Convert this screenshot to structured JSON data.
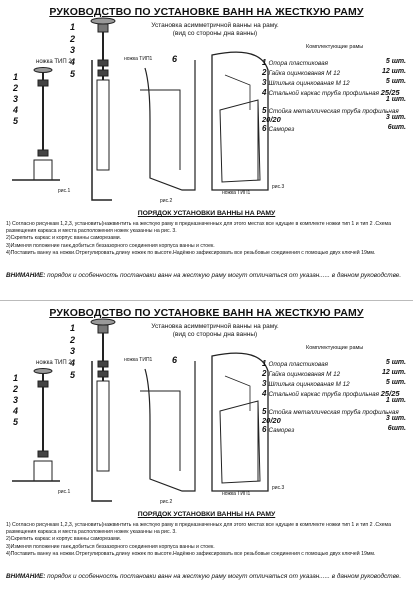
{
  "pages": [
    {
      "title": "РУКОВОДСТВО ПО УСТАНОВКЕ ВАНН НА ЖЕСТКУЮ РАМУ",
      "subtitle": "Установка асимметричной ванны на раму. (вид со стороны дна ванны)",
      "foot_type2": "ножка ТИП 2",
      "foot_type1": "ножка ТИП1",
      "foot_type1_b": "ножка ТИП1",
      "label_6": "6",
      "fig_numbers": [
        "1",
        "2",
        "3",
        "4",
        "5"
      ],
      "fig_numbers_left": [
        "1",
        "2",
        "3",
        "4",
        "5"
      ],
      "fig1": "рис.1",
      "fig2": "рис.2",
      "fig3": "рис.3",
      "components_title": "Комплектующие рамы",
      "components": [
        {
          "n": "1",
          "name": "Опора пластиковая",
          "qty": "5 шт."
        },
        {
          "n": "2",
          "name": "Гайка оцинкованая М 12",
          "qty": "12 шт."
        },
        {
          "n": "3",
          "name": "Шпилька оцинкованая М 12",
          "qty": "5 шт."
        },
        {
          "n": "4",
          "name": "Стальной каркас труба профильная",
          "spec": "25/25",
          "qty": "1 шт."
        },
        {
          "n": "5",
          "name": "Стойка металлическая труба профильная",
          "spec": "20/20",
          "qty": "3 шт."
        },
        {
          "n": "6",
          "name": "Саморез",
          "qty": "6шт."
        }
      ],
      "order_title": "ПОРЯДОК УСТАНОВКИ ВАННЫ НА РАМУ",
      "steps": [
        "1) Согласно рисункам 1,2,3, установить(нажвинтить на жесткую раму в предназначенных для этого местах все ндущие в комплекте ножки тип 1 и тип 2 .Схема размещения каркаса и места расположения ножек указанны на рис. 3.",
        "2)Скрепить каркас и корпус ванны саморезами.",
        "3)Изменяя положение гаек,добиться беззазорного соединения корпуса ванны и стоек.",
        "4)Поставить ванну на ножки.Отрегулировать,длину ножек по высоте.Надёжно зафиксировать все резьбовые соединения с помощью двух ключей 19мм."
      ],
      "warning_bold": "ВНИМАНИЕ:",
      "warning_text": " порядок и особенность постановки ванн на жесткую раму могут отличаться от указан...... в данном руководстве."
    },
    {
      "title": "РУКОВОДСТВО ПО УСТАНОВКЕ ВАНН НА ЖЕСТКУЮ РАМУ",
      "subtitle": "Установка асимметричной ванны на раму. (вид со стороны дна ванны)",
      "foot_type2": "ножка ТИП 2",
      "foot_type1": "ножка ТИП1",
      "foot_type1_b": "ножка ТИП1",
      "label_6": "6",
      "fig_numbers": [
        "1",
        "2",
        "3",
        "4",
        "5"
      ],
      "fig_numbers_left": [
        "1",
        "2",
        "3",
        "4",
        "5"
      ],
      "fig1": "рис.1",
      "fig2": "рис.2",
      "fig3": "рис.3",
      "components_title": "Комплектующие рамы",
      "components": [
        {
          "n": "1",
          "name": "Опора пластиковая",
          "qty": "5 шт."
        },
        {
          "n": "2",
          "name": "Гайка оцинкованая М 12",
          "qty": "12 шт."
        },
        {
          "n": "3",
          "name": "Шпилька оцинкованая М 12",
          "qty": "5 шт."
        },
        {
          "n": "4",
          "name": "Стальной каркас труба профильная",
          "spec": "25/25",
          "qty": "1 шт."
        },
        {
          "n": "5",
          "name": "Стойка металлическая труба профильная",
          "spec": "20/20",
          "qty": "3 шт."
        },
        {
          "n": "6",
          "name": "Саморез",
          "qty": "6шт."
        }
      ],
      "order_title": "ПОРЯДОК УСТАНОВКИ ВАННЫ НА РАМУ",
      "steps": [
        "1) Согласно рисункам 1,2,3, установить(нажвинтить на жесткую раму в предназначенных для этого местах все ндущие в комплекте ножки тип 1 и тип 2 .Схема размещения каркаса и места расположения ножек указанны на рис. 3.",
        "2)Скрепить каркас и корпус ванны саморезами.",
        "3)Изменяя положение гаек,добиться беззазорного соединения корпуса ванны и стоек.",
        "4)Поставить ванну на ножки.Отрегулировать,длину ножек по высоте.Надёжно зафиксировать все резьбовые соединения с помощью двух ключей 19мм."
      ],
      "warning_bold": "ВНИМАНИЕ:",
      "warning_text": " порядок и особенность постановки ванн на жесткую раму могут отличаться от указан...... в данном руководстве."
    }
  ]
}
